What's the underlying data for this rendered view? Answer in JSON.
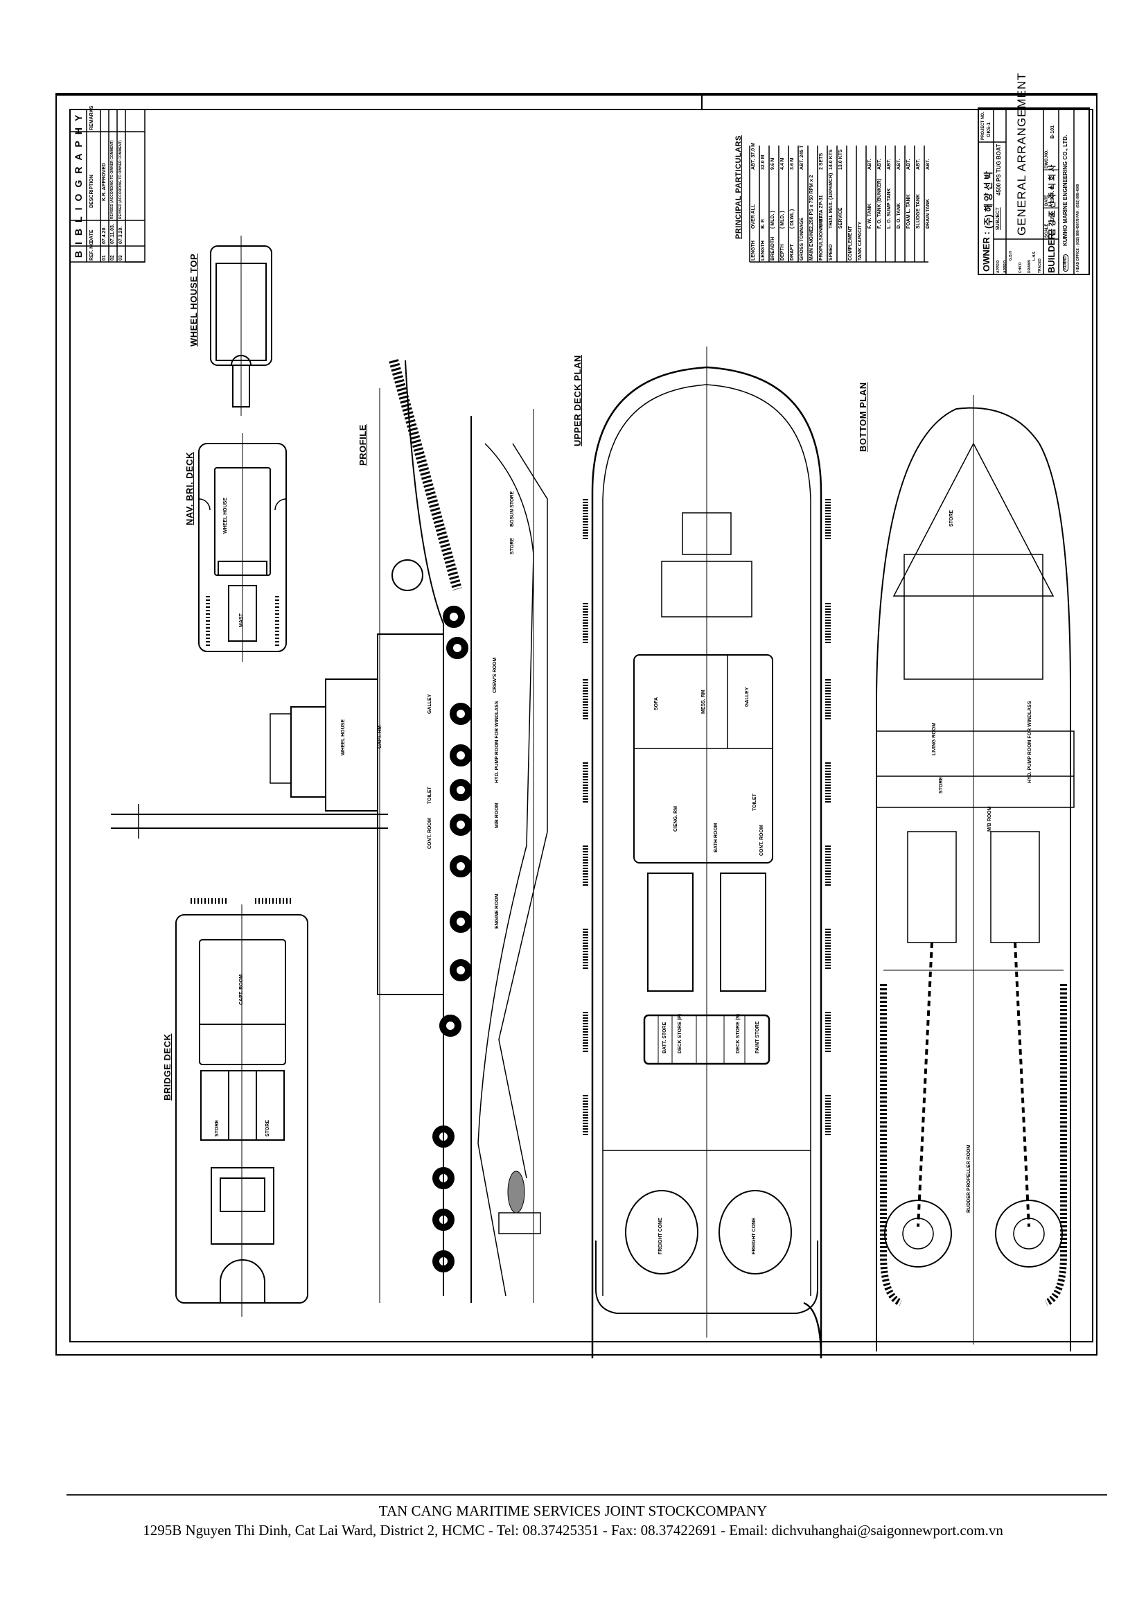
{
  "document": {
    "title": "General Arrangement",
    "type": "ship drawing"
  },
  "views": {
    "wheel_house_top": "WHEEL HOUSE TOP",
    "nav_bri_deck": "NAV. BRI. DECK",
    "profile": "PROFILE",
    "bridge_deck": "BRIDGE DECK",
    "upper_deck_plan": "UPPER DECK PLAN",
    "bottom_plan": "BOTTOM PLAN"
  },
  "bibliography": {
    "title": "BIBLIOGRAPHY",
    "columns": [
      "REF. NO.",
      "DATE",
      "DESCRIPTION",
      "REMARKS"
    ],
    "rows": [
      {
        "ref": "01",
        "date": "07.4.20.",
        "description": "K.R. APPROVED",
        "remarks": ""
      },
      {
        "ref": "02",
        "date": "07.11.03.",
        "description": "REVISED (ACCORDING TO OWNER COMMENT)",
        "remarks": ""
      },
      {
        "ref": "03",
        "date": "07.3.20.",
        "description": "REVISED (ACCORDING TO OWNER COMMENT)",
        "remarks": ""
      }
    ]
  },
  "principal_particulars": {
    "title": "PRINCIPAL PARTICULARS",
    "rows": [
      {
        "item": "LENGTH",
        "sub": "OVER ALL",
        "value": "ABT. 37.0 M"
      },
      {
        "item": "LENGTH",
        "sub": "B. P.",
        "value": "32.0 M"
      },
      {
        "item": "BREADTH",
        "sub": "( MLD. )",
        "value": "9.6 M"
      },
      {
        "item": "DEPTH",
        "sub": "( MLD. )",
        "value": "4.4 M"
      },
      {
        "item": "DRAFT",
        "sub": "( DLWL )",
        "value": "3.6 M"
      },
      {
        "item": "GROSS TONNAGE",
        "sub": "",
        "value": "ABT. 245 T"
      },
      {
        "item": "MAIN ENGINE",
        "sub": "2,250 PS x 750 RPM x 2",
        "value": ""
      },
      {
        "item": "PROPULSION UNIT",
        "sub": "NIIGATA ZP-31",
        "value": "2 SETS"
      },
      {
        "item": "SPEED",
        "sub": "TRIAL MAX. (100%MCR)",
        "value": "14.0 KTS"
      },
      {
        "item": "",
        "sub": "SERVICE",
        "value": "13.0 KTS"
      },
      {
        "item": "COMPLEMENT",
        "sub": "",
        "value": ""
      },
      {
        "item": "TANK CAPACITY",
        "sub": "",
        "value": ""
      },
      {
        "item": "",
        "sub": "F. W. TANK",
        "value": "ABT."
      },
      {
        "item": "",
        "sub": "F. O. TANK (BUNKER)",
        "value": "ABT."
      },
      {
        "item": "",
        "sub": "L. O. SUMP TANK",
        "value": "ABT."
      },
      {
        "item": "",
        "sub": "D. O. TANK",
        "value": "ABT."
      },
      {
        "item": "",
        "sub": "FOAM L. TANK",
        "value": "ABT."
      },
      {
        "item": "",
        "sub": "SLUDGE TANK",
        "value": "ABT."
      },
      {
        "item": "",
        "sub": "DRAIN TANK",
        "value": "ABT."
      }
    ]
  },
  "title_block": {
    "owner_label": "OWNER :",
    "owner_value": "(주) 해 양 선 박",
    "subject_label": "SUBJECT",
    "subject_value": "4500 PS TUG BOAT",
    "project_no_label": "PROJECT NO.",
    "project_no_value": "OKS-1",
    "drawing_title": "GENERAL  ARRANGEMENT",
    "approved_label": "APPR'D",
    "approved2_label": "APPR'D",
    "approved2_value": "G.B.H",
    "checked_label": "CHK'D",
    "drawn_label": "DRAWN",
    "drawn_value": "L.H.S",
    "traced_label": "TRACED",
    "scale_label": "SCALE",
    "scale_value": "1/50",
    "date_label": "DATE",
    "date_value": "2007. 8.",
    "dwg_no_label": "DWG.NO.",
    "dwg_no_value": "B-101",
    "builder_label": "BUILDER",
    "builder_value": "금 강 조 선 주 식 회 사",
    "company": "KUMHO MARINE ENGINEERING CO., LTD.",
    "logo": "KUMHO",
    "head_office": "HEAD OFFICE : (032) 888-4567/8  FAX : (032) 888-4569"
  },
  "rooms": {
    "upper": [
      "MESS. RM",
      "GALLEY",
      "SOFA",
      "CONT. ROOM",
      "BATH ROOM",
      "TOILET",
      "C/ENG. RM",
      "BATT. STORE",
      "DECK STORE (P)",
      "DECK STORE (S)",
      "PAINT STORE",
      "FREIGHT CONE",
      "FREIGHT CONE"
    ],
    "profile": [
      "BOSUN STORE",
      "STORE",
      "CREW'S ROOM",
      "HYD. PUMP ROOM FOR WINDLASS",
      "M/B ROOM",
      "ENGINE ROOM",
      "GALLEY",
      "TOILET",
      "CONT. ROOM",
      "WHEEL HOUSE",
      "CAPT. RM"
    ],
    "bottom": [
      "LIVING ROOM",
      "STORE",
      "HYD. PUMP ROOM FOR WINDLASS",
      "M/B ROOM",
      "RUDDER PROPELLER ROOM",
      "STORE"
    ],
    "bridge": [
      "CAPT. ROOM",
      "STORE",
      "STORE"
    ],
    "nav": [
      "WHEEL HOUSE",
      "MAST"
    ]
  },
  "footer": {
    "company": "TAN CANG MARITIME SERVICES JOINT STOCKCOMPANY",
    "address": "1295B Nguyen Thi Dinh, Cat Lai Ward, District 2, HCMC - Tel: 08.37425351 - Fax: 08.37422691 - Email: dichvuhanghai@saigonnewport.com.vn"
  }
}
